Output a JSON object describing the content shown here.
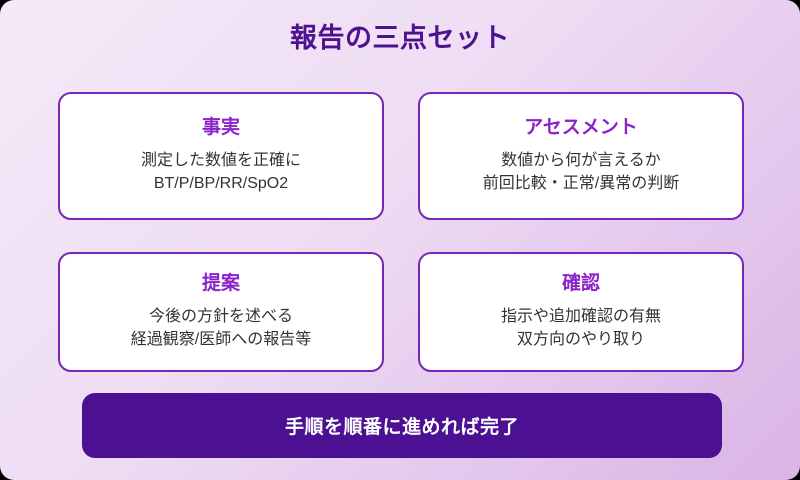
{
  "header": {
    "title": "報告の三点セット"
  },
  "cards": [
    {
      "title": "事実",
      "line1": "測定した数値を正確に",
      "line2": "BT/P/BP/RR/SpO2"
    },
    {
      "title": "アセスメント",
      "line1": "数値から何が言えるか",
      "line2": "前回比較・正常/異常の判断"
    },
    {
      "title": "提案",
      "line1": "今後の方針を述べる",
      "line2": "経過観察/医師への報告等"
    },
    {
      "title": "確認",
      "line1": "指示や追加確認の有無",
      "line2": "双方向のやり取り"
    }
  ],
  "footer": {
    "label": "手順を順番に進めれば完了"
  },
  "colors": {
    "title_purple": "#4e1192",
    "card_title_purple": "#8c22c9",
    "card_border": "#7b24b8",
    "footer_bg": "#4c1192",
    "footer_text": "#ffffff",
    "body_text": "#333333",
    "bg_start": "#f4e9f8",
    "bg_end": "#d9b4e5"
  }
}
